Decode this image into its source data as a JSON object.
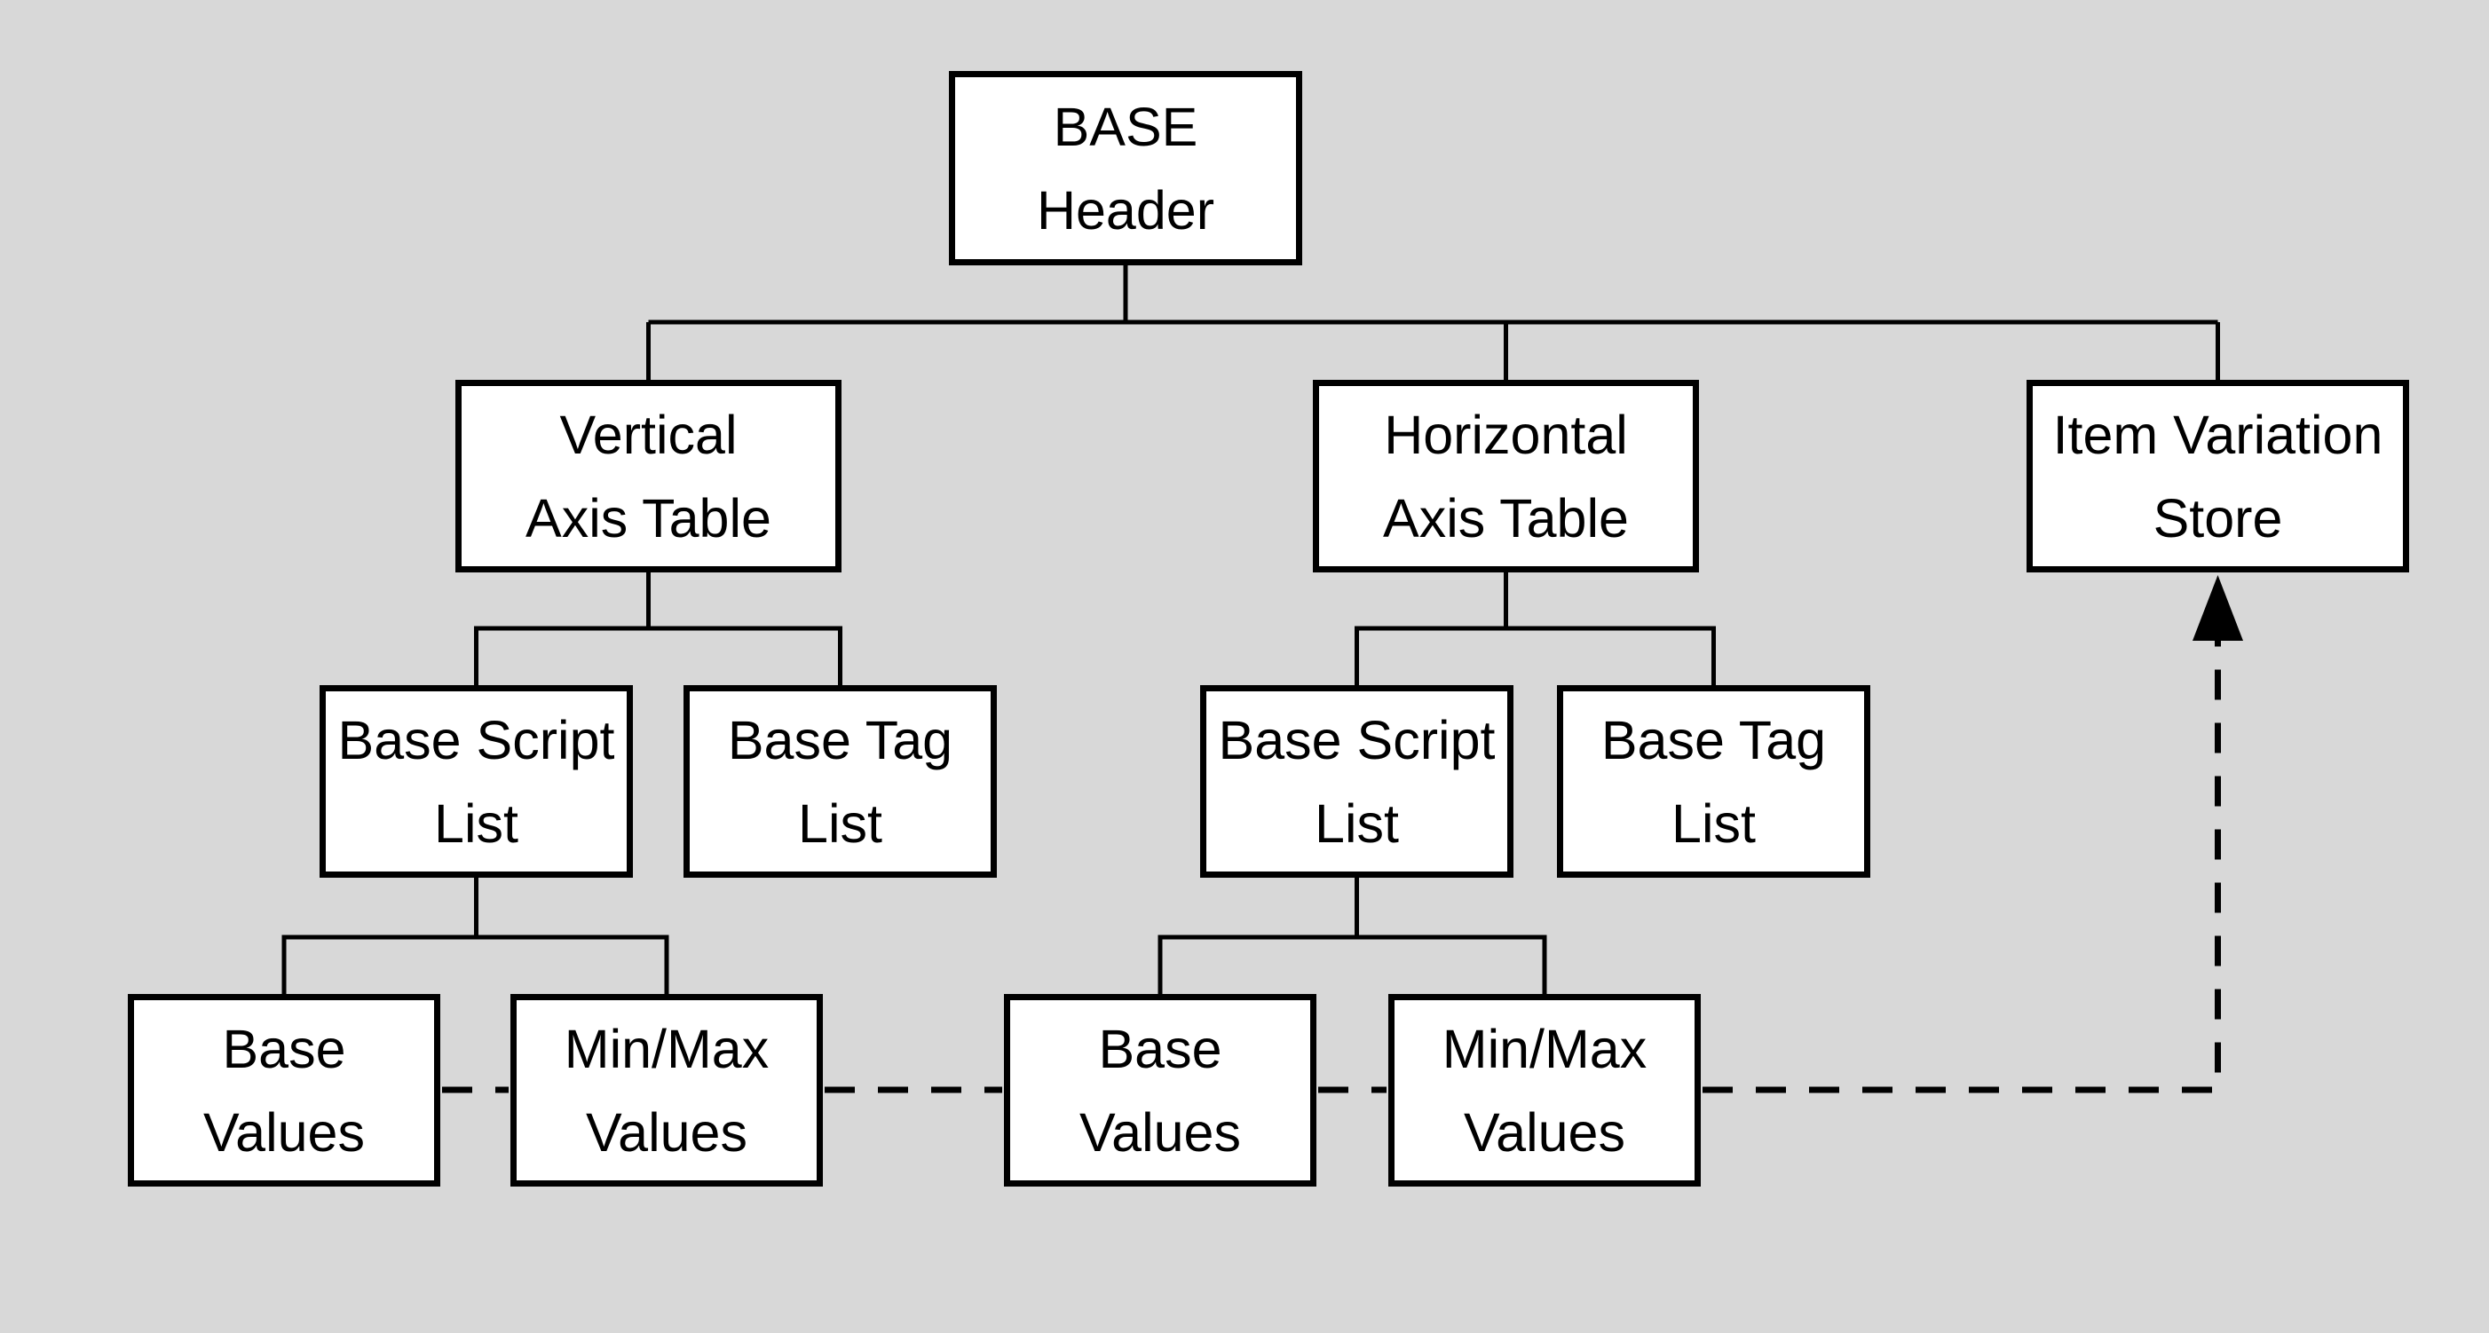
{
  "colors": {
    "background": "#d8d8d8",
    "node_fill": "#ffffff",
    "line": "#000000"
  },
  "nodes": {
    "base_header": {
      "line1": "BASE",
      "line2": "Header"
    },
    "vertical_axis_table": {
      "line1": "Vertical",
      "line2": "Axis Table"
    },
    "horizontal_axis_table": {
      "line1": "Horizontal",
      "line2": "Axis Table"
    },
    "item_variation_store": {
      "line1": "Item Variation",
      "line2": "Store"
    },
    "vertical_base_script_list": {
      "line1": "Base Script",
      "line2": "List"
    },
    "vertical_base_tag_list": {
      "line1": "Base Tag",
      "line2": "List"
    },
    "horizontal_base_script_list": {
      "line1": "Base Script",
      "line2": "List"
    },
    "horizontal_base_tag_list": {
      "line1": "Base Tag",
      "line2": "List"
    },
    "vertical_base_values": {
      "line1": "Base",
      "line2": "Values"
    },
    "vertical_minmax_values": {
      "line1": "Min/Max",
      "line2": "Values"
    },
    "horizontal_base_values": {
      "line1": "Base",
      "line2": "Values"
    },
    "horizontal_minmax_values": {
      "line1": "Min/Max",
      "line2": "Values"
    }
  },
  "relationships": {
    "solid_tree": [
      "BASE Header -> Vertical Axis Table",
      "BASE Header -> Horizontal Axis Table",
      "BASE Header -> Item Variation Store",
      "Vertical Axis Table -> Base Script List",
      "Vertical Axis Table -> Base Tag List",
      "Horizontal Axis Table -> Base Script List",
      "Horizontal Axis Table -> Base Tag List",
      "Vertical Base Script List -> Base Values",
      "Vertical Base Script List -> Min/Max Values",
      "Horizontal Base Script List -> Base Values",
      "Horizontal Base Script List -> Min/Max Values"
    ],
    "dashed_links": [
      "Base Values (vertical) - Min/Max Values (vertical)",
      "Min/Max Values (vertical) - Base Values (horizontal)",
      "Base Values (horizontal) - Min/Max Values (horizontal)",
      "Min/Max Values (horizontal) -> Item Variation Store (arrow up)"
    ]
  }
}
